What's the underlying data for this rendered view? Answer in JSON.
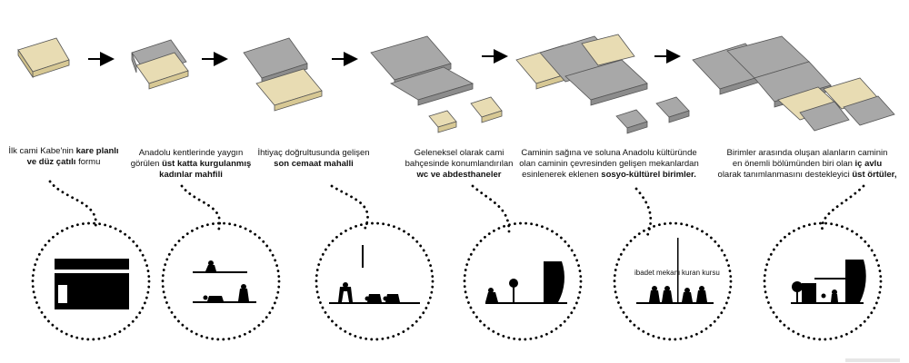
{
  "steps": [
    {
      "id": "s1",
      "caption": {
        "line1_pre": "İlk cami Kabe'nin ",
        "line1_bold": "kare planlı",
        "line2_bold": "ve düz çatılı",
        "line2_post": " formu"
      }
    },
    {
      "id": "s2",
      "caption": {
        "line1": "Anadolu kentlerinde yaygın",
        "line2_pre": "görülen ",
        "line2_bold": "üst katta kurgulanmış",
        "line3_bold": "kadınlar mahfili"
      }
    },
    {
      "id": "s3",
      "caption": {
        "line1": "İhtiyaç doğrultusunda gelişen",
        "line2_bold": "son cemaat mahalli"
      }
    },
    {
      "id": "s4",
      "caption": {
        "line1": "Geleneksel olarak cami",
        "line2": "bahçesinde konumlandırılan",
        "line3_bold": "wc ve abdesthaneler"
      }
    },
    {
      "id": "s5",
      "caption": {
        "line1": "Caminin sağına ve soluna Anadolu kültüründe",
        "line2": "olan caminin çevresinden gelişen mekanlardan",
        "line3_pre": "esinlenerek eklenen ",
        "line3_bold": "sosyo-kültürel  birimler."
      }
    },
    {
      "id": "s6",
      "caption": {
        "line1": "Birimler arasında oluşan alanların  caminin",
        "line2_pre": "en önemli bölümünden biri olan ",
        "line2_bold": "iç avlu",
        "line3_pre": "olarak tanımlanmasını destekleyici ",
        "line3_bold": "üst örtüler,"
      }
    }
  ],
  "circle5_labels": {
    "left": "ibadet mekanı",
    "right": "kuran kursu"
  },
  "colors": {
    "gray_top": "#a8a8a8",
    "gray_side": "#d6d6d6",
    "gray_front": "#8c8c8c",
    "tan_top": "#e8dcb3",
    "tan_side": "#d7c894",
    "outline": "#555555",
    "black": "#000000"
  }
}
